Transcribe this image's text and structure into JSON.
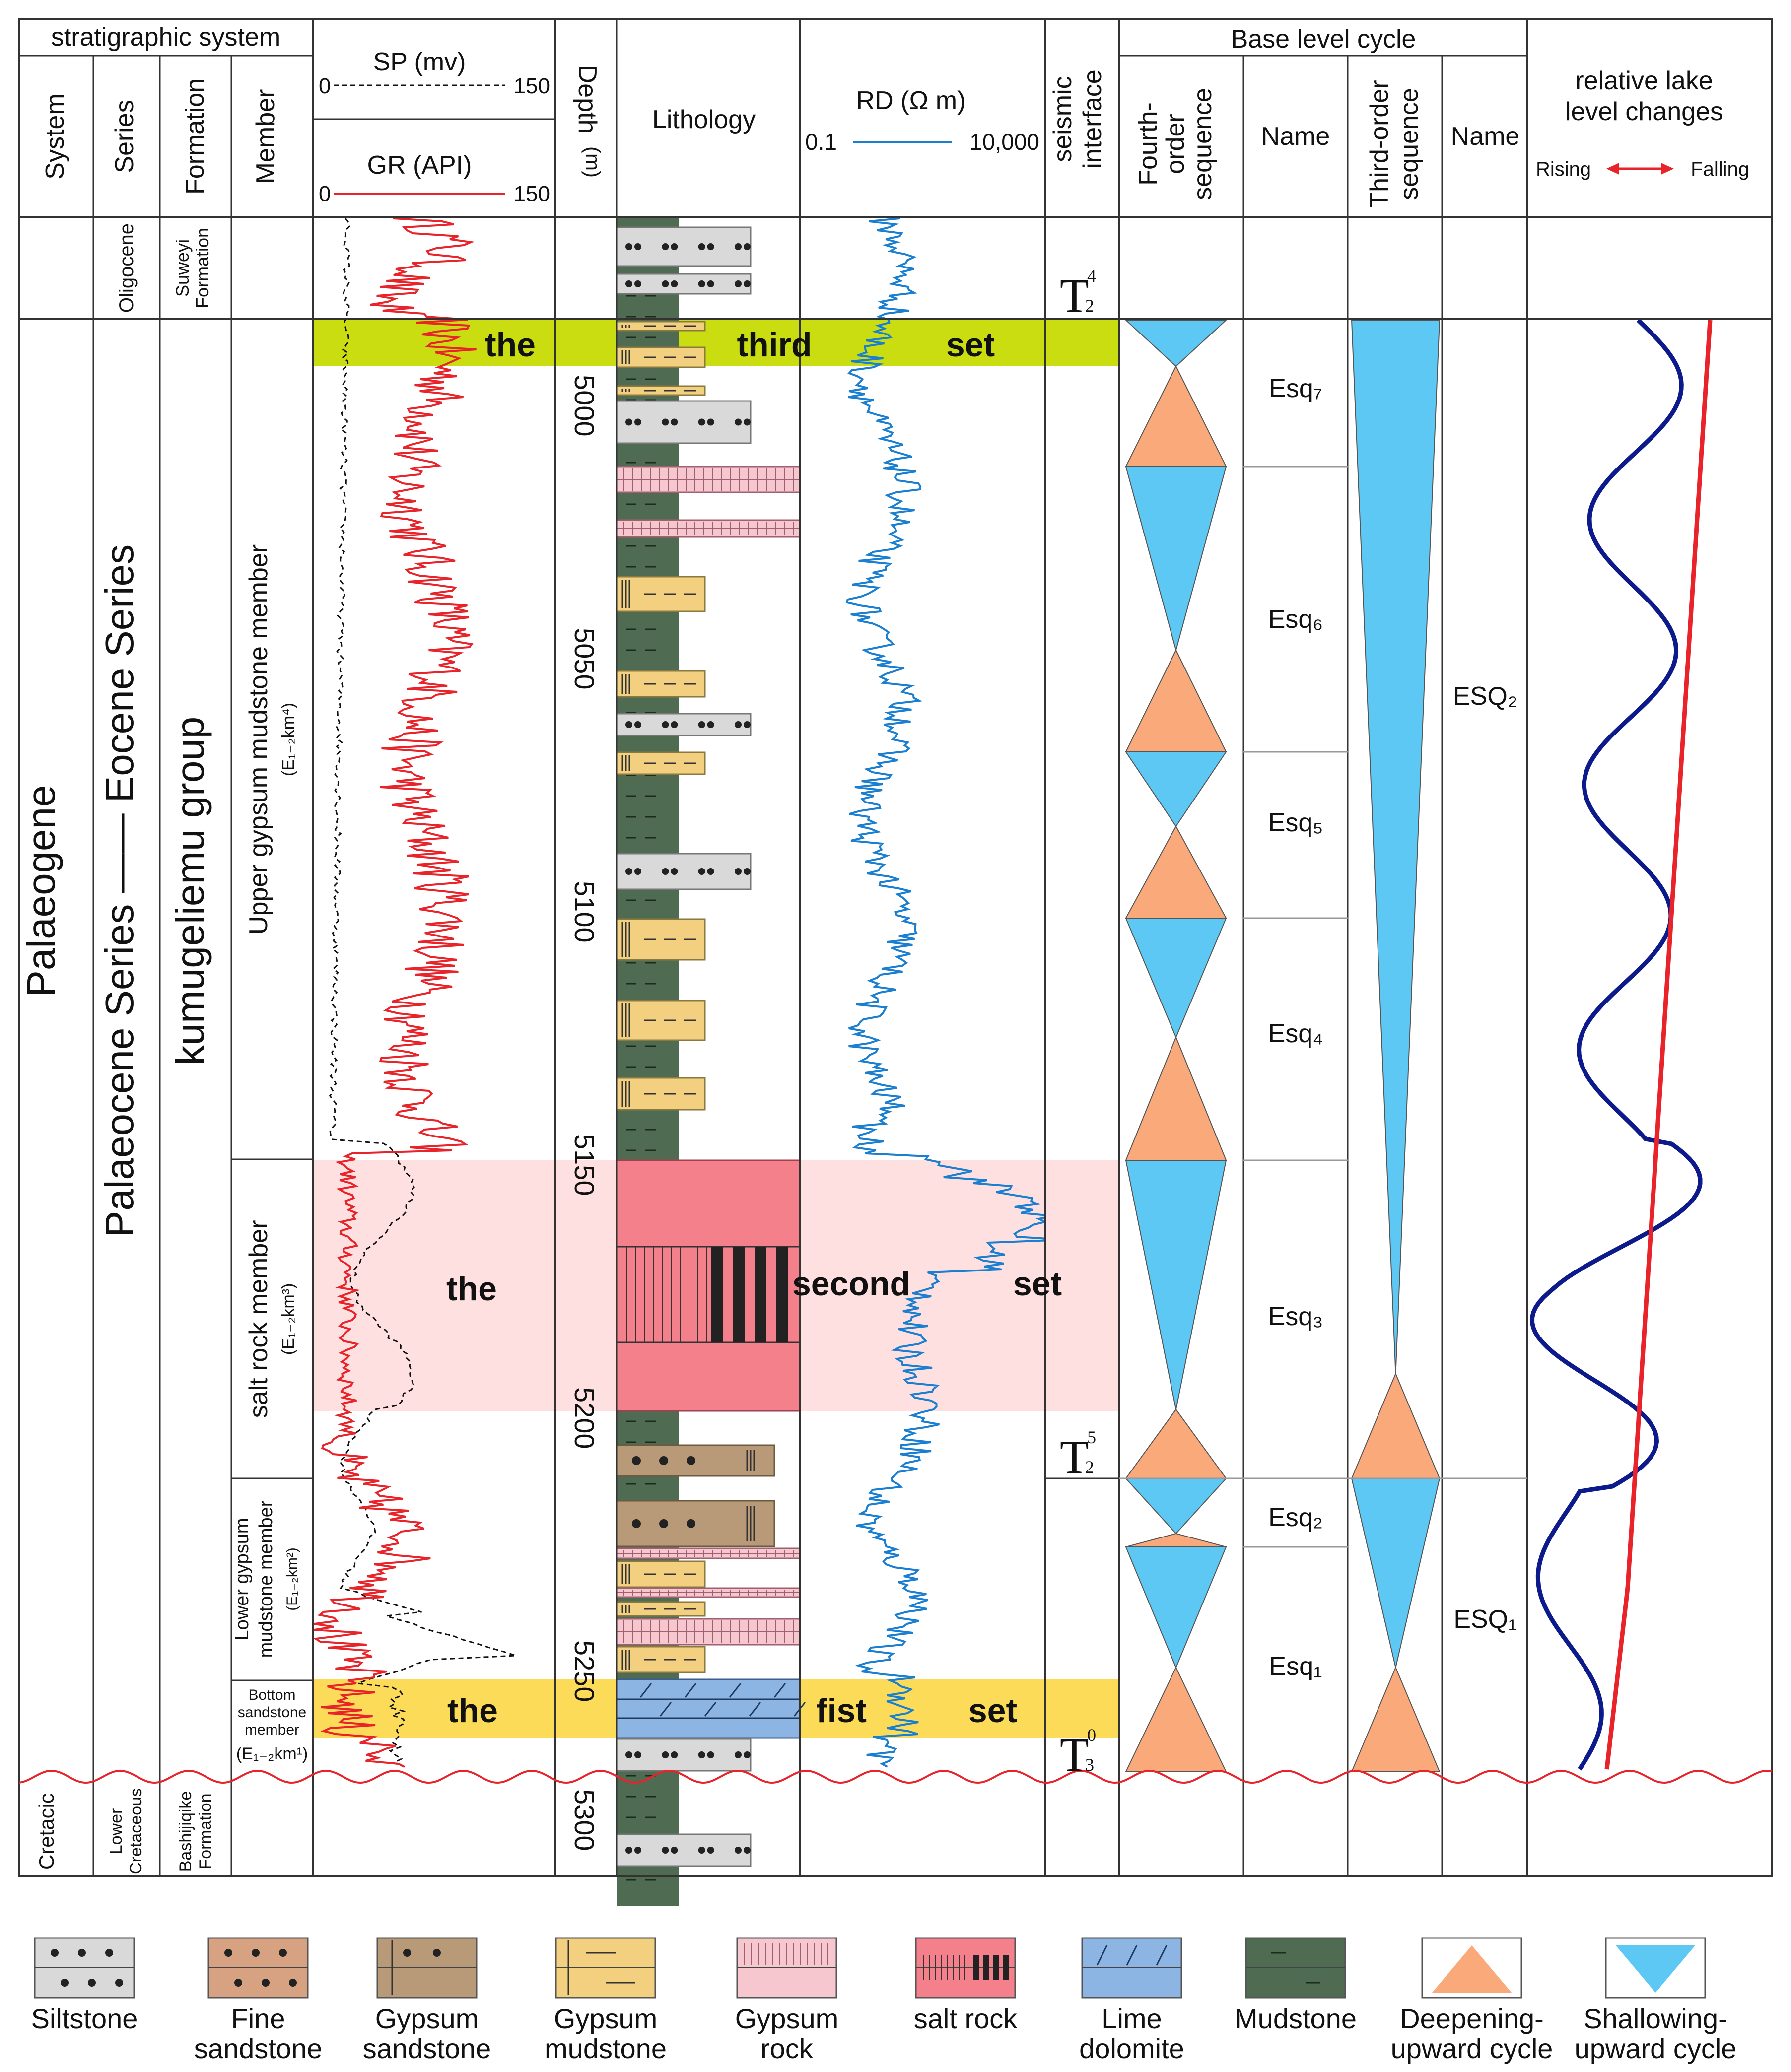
{
  "header": {
    "title": "stratigraphic system",
    "system": "System",
    "series": "Series",
    "formation": "Formation",
    "member": "Member",
    "sp": "SP (mv)",
    "sp_min": "0",
    "sp_max": "150",
    "gr": "GR (API)",
    "gr_min": "0",
    "gr_max": "150",
    "depth": "Depth",
    "depth_unit": "(m)",
    "lithology": "Lithology",
    "rd": "RD (Ω m)",
    "rd_min": "0.1",
    "rd_max": "10,000",
    "seismic_1": "seismic",
    "seismic_2": "interface",
    "base_level": "Base level cycle",
    "fourth_1": "Fourth-",
    "fourth_2": "order",
    "fourth_3": "sequence",
    "name": "Name",
    "third_1": "Third-order",
    "third_2": "sequence",
    "lake_1": "relative lake",
    "lake_2": "level changes",
    "rising": "Rising",
    "falling": "Falling"
  },
  "strat": {
    "system_top": "Palaeogene",
    "system_bottom": "Cretacic",
    "series_top": "Oligocene",
    "series_main": "Palaeocene Series —— Eocene Series",
    "series_bottom_1": "Lower",
    "series_bottom_2": "Cretaceous",
    "formation_top_1": "Suweyi",
    "formation_top_2": "Formation",
    "formation_main": "kumugeliemu group",
    "formation_bottom_1": "Bashijiqike",
    "formation_bottom_2": "Formation",
    "member_upper": "Upper gypsum mudstone member",
    "member_upper_code": "(E₁₋₂km⁴)",
    "member_salt": "salt rock member",
    "member_salt_code": "(E₁₋₂km³)",
    "member_lower_1": "Lower gypsum",
    "member_lower_2": "mudstone member",
    "member_lower_code": "(E₁₋₂km²)",
    "member_bottom_1": "Bottom",
    "member_bottom_2": "sandstone",
    "member_bottom_3": "member",
    "member_bottom_code": "(E₁₋₂km¹)"
  },
  "depths": [
    "5000",
    "5050",
    "5100",
    "5150",
    "5200",
    "5250",
    "5300"
  ],
  "sets": {
    "third": [
      "the",
      "third",
      "set"
    ],
    "second": [
      "the",
      "second",
      "set"
    ],
    "first": [
      "the",
      "fist",
      "set"
    ]
  },
  "seismic": [
    {
      "label": "T",
      "sup": "4",
      "sub": "2"
    },
    {
      "label": "T",
      "sup": "5",
      "sub": "2"
    },
    {
      "label": "T",
      "sup": "0",
      "sub": "3"
    }
  ],
  "sequences": {
    "fourth_order": [
      "Esq₇",
      "Esq₆",
      "Esq₅",
      "Esq₄",
      "Esq₃",
      "Esq₂",
      "Esq₁"
    ],
    "third_order": [
      "ESQ₂",
      "ESQ₁"
    ]
  },
  "legend": [
    {
      "l1": "Siltstone",
      "l2": ""
    },
    {
      "l1": "Fine",
      "l2": "sandstone"
    },
    {
      "l1": "Gypsum",
      "l2": "sandstone"
    },
    {
      "l1": "Gypsum",
      "l2": "mudstone"
    },
    {
      "l1": "Gypsum",
      "l2": "rock"
    },
    {
      "l1": "salt rock",
      "l2": ""
    },
    {
      "l1": "Lime",
      "l2": "dolomite"
    },
    {
      "l1": "Mudstone",
      "l2": ""
    },
    {
      "l1": "Deepening-",
      "l2": "upward cycle"
    },
    {
      "l1": "Shallowing-",
      "l2": "upward cycle"
    }
  ],
  "colors": {
    "gr_curve": "#e8232a",
    "sp_curve": "#111111",
    "rd_curve": "#1a7fd0",
    "lake_blue": "#0d1a8c",
    "lake_red": "#e8232a",
    "third_set_band": "#c9dd10",
    "second_set_band": "#fde0df",
    "first_set_band": "#fbdb58",
    "deepening": "#f9a97a",
    "shallowing": "#5ec8f5",
    "mudstone": "#4f6b52",
    "siltstone": "#d9d9d9",
    "fine_sandstone": "#d7a282",
    "gypsum_sandstone": "#b89a79",
    "gypsum_mudstone": "#f3d07f",
    "gypsum_rock": "#f6c7cf",
    "salt_rock": "#f4808b",
    "lime_dolomite": "#8db5e3",
    "unconformity": "#e8232a"
  }
}
